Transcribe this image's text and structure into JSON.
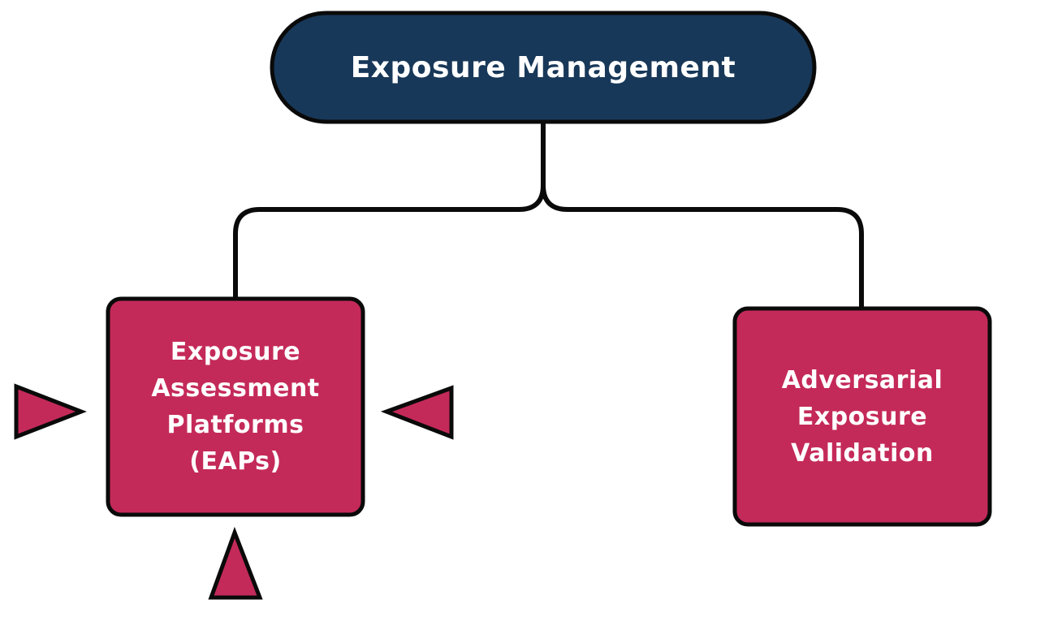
{
  "colors": {
    "root_fill": "#183859",
    "child_fill": "#c42a59",
    "stroke": "#0a0a0a",
    "text": "#ffffff"
  },
  "root": {
    "label": "Exposure Management"
  },
  "children": [
    {
      "lines": [
        "Exposure",
        "Assessment",
        "Platforms",
        "(EAPs)"
      ]
    },
    {
      "lines": [
        "Adversarial",
        "Exposure",
        "Validation"
      ]
    }
  ],
  "markers": {
    "left_arrow": "triangle-right-icon",
    "right_arrow": "triangle-left-icon",
    "bottom_arrow": "triangle-up-icon"
  }
}
